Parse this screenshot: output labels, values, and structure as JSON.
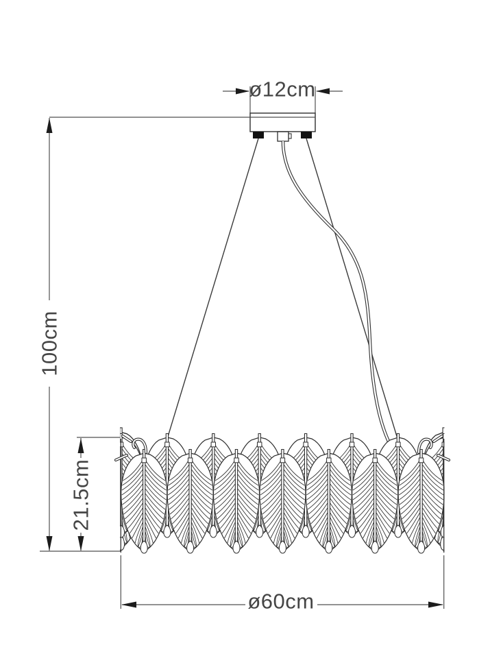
{
  "diagram": {
    "kind": "chandelier-dimension-drawing",
    "dimensions": {
      "canopy_diameter": "ø12cm",
      "overall_height": "100cm",
      "shade_height": "21.5cm",
      "shade_diameter": "ø60cm"
    },
    "colors": {
      "background": "#ffffff",
      "line": "#2e2e2e",
      "dimension_line": "#4f4f4f",
      "text": "#454545"
    }
  }
}
